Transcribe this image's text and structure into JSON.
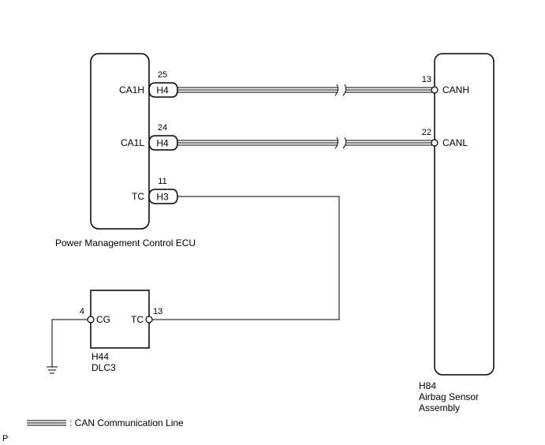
{
  "ecu": {
    "name": "Power Management Control ECU",
    "pins": [
      {
        "signal": "CA1H",
        "connector": "H4",
        "pin": "25"
      },
      {
        "signal": "CA1L",
        "connector": "H4",
        "pin": "24"
      },
      {
        "signal": "TC",
        "connector": "H3",
        "pin": "11"
      }
    ]
  },
  "airbag": {
    "connector": "H84",
    "name_line1": "Airbag Sensor",
    "name_line2": "Assembly",
    "pins": [
      {
        "signal": "CANH",
        "pin": "13"
      },
      {
        "signal": "CANL",
        "pin": "22"
      }
    ]
  },
  "dlc": {
    "connector": "H44",
    "name": "DLC3",
    "pins": [
      {
        "signal": "CG",
        "pin": "4"
      },
      {
        "signal": "TC",
        "pin": "13"
      }
    ]
  },
  "legend": {
    "text": ": CAN Communication Line"
  },
  "corner_mark": "P"
}
